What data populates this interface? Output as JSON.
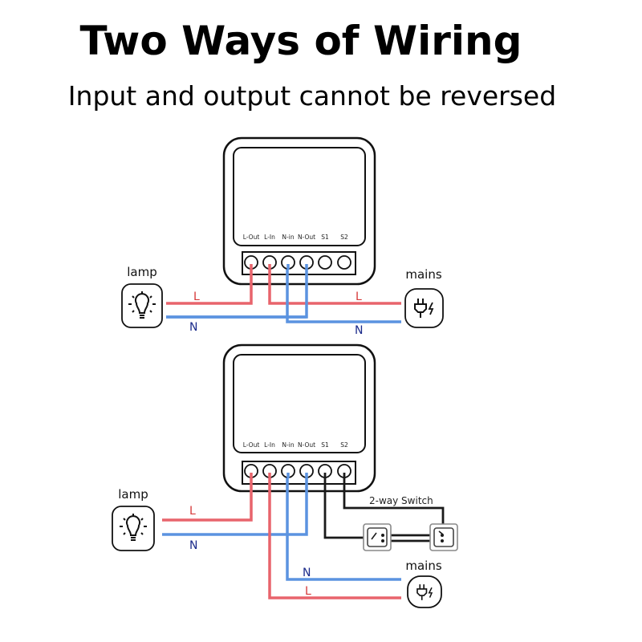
{
  "title": "Two Ways of Wiring",
  "subtitle": "Input and output cannot be reversed",
  "colors": {
    "live": "#e8646c",
    "neutral": "#5b93e0",
    "switch_wire": "#1a1a1a",
    "live_label": "#d63a3a",
    "neutral_label": "#1a2a8a",
    "outline": "#111111"
  },
  "terminals": [
    "L-Out",
    "L-In",
    "N-in",
    "N-Out",
    "S1",
    "S2"
  ],
  "diagrams": [
    {
      "name": "wiring-without-switch",
      "lamp_label": "lamp",
      "mains_label": "mains",
      "lamp_wires": {
        "live": "L",
        "neutral": "N"
      },
      "mains_wires": {
        "live": "L",
        "neutral": "N"
      }
    },
    {
      "name": "wiring-with-2-way-switch",
      "lamp_label": "lamp",
      "mains_label": "mains",
      "switch_label": "2-way Switch",
      "lamp_wires": {
        "live": "L",
        "neutral": "N"
      },
      "mains_wires": {
        "live": "L",
        "neutral": "N"
      }
    }
  ],
  "icons": {
    "lamp": "lightbulb-icon",
    "mains": "plug-power-icon",
    "switch": "wall-switch-icon"
  }
}
